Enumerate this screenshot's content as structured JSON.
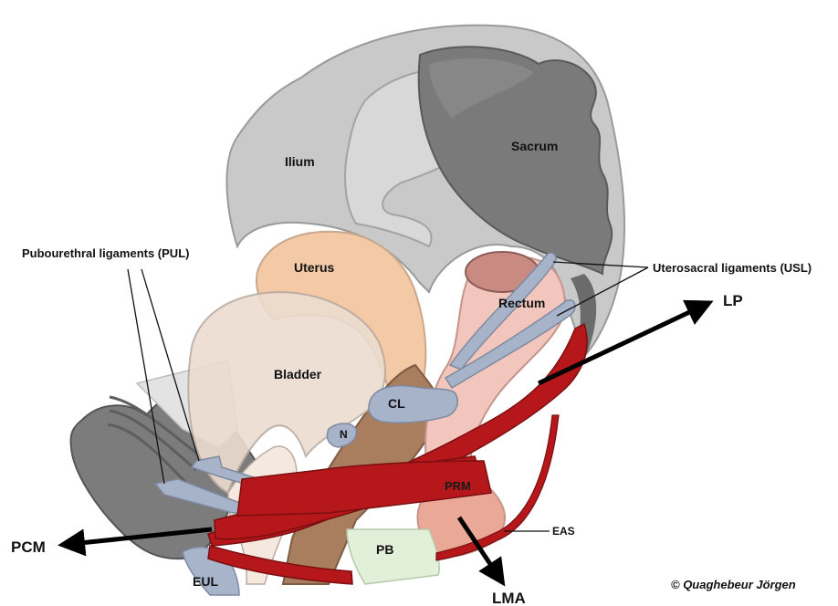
{
  "labels": {
    "ilium": "Ilium",
    "sacrum": "Sacrum",
    "uterus": "Uterus",
    "bladder": "Bladder",
    "rectum": "Rectum",
    "cl": "CL",
    "n": "N",
    "prm": "PRM",
    "pb": "PB",
    "eul": "EUL",
    "eas": "EAS",
    "pul": "Pubourethral ligaments (PUL)",
    "usl": "Uterosacral ligaments (USL)",
    "lp": "LP",
    "pcm": "PCM",
    "lma": "LMA",
    "copyright": "© Quaghebeur Jörgen"
  },
  "colors": {
    "bone_light": "#c6c6c6",
    "bone_mid": "#d9d9d9",
    "bone_dark": "#6e6e6e",
    "uterus": "#f2c9a6",
    "bladder": "#ecdcd0",
    "rectum": "#f3c6bd",
    "ligament": "#a6b3c8",
    "muscle": "#b5171a",
    "vagina": "#a67c5c",
    "pb": "#e2efd9"
  }
}
